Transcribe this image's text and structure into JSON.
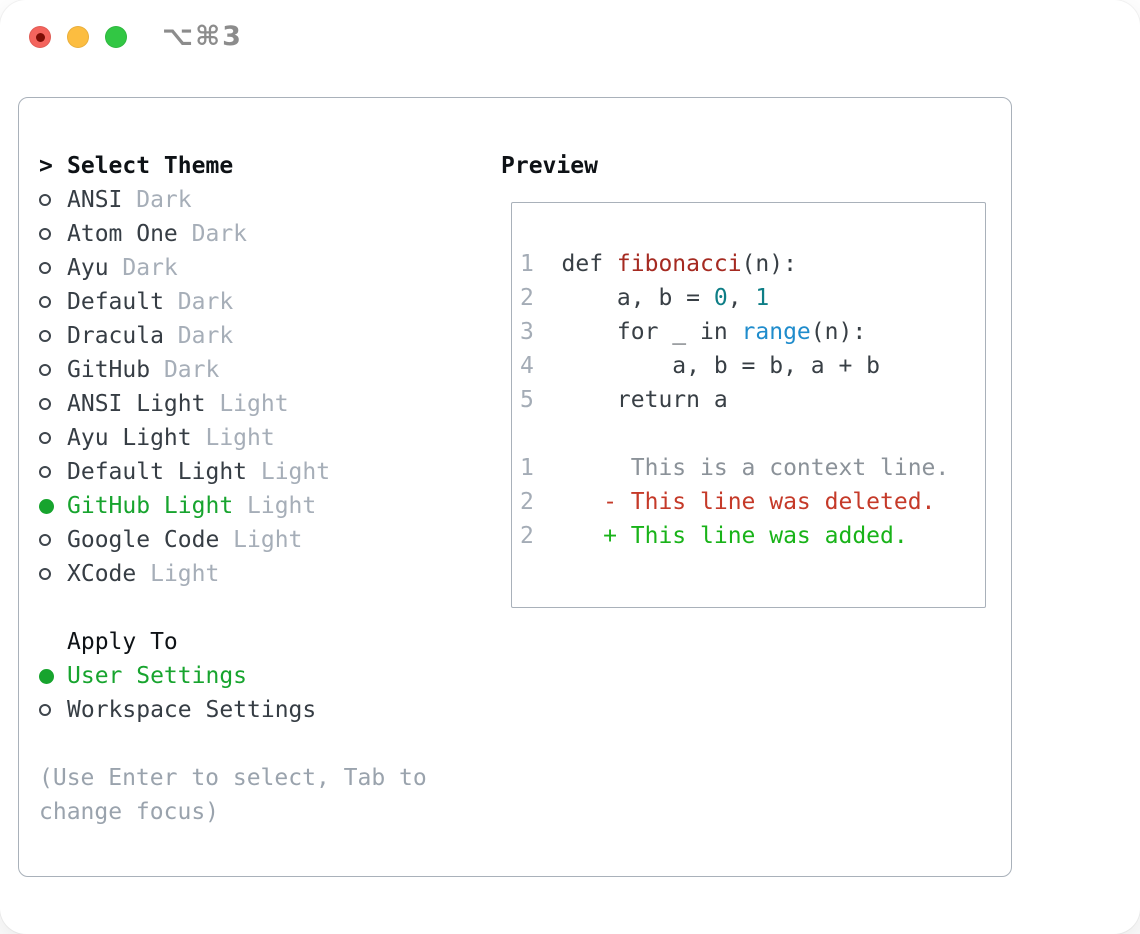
{
  "titlebar": {
    "title": "⌥⌘3"
  },
  "colors": {
    "accent_green": "#17a42e",
    "item_text": "#363d44",
    "header_text": "#0e1216",
    "variant_muted": "#a6aeb8",
    "hint_gray": "#9aa3ad",
    "panel_border": "#a9b1ba",
    "line_number": "#a4acb6",
    "code_fg": "#383f45",
    "function_red": "#a52a21",
    "number_teal": "#0e7e86",
    "call_blue": "#1f8ccc",
    "context_gray": "#8b9299",
    "deleted_red": "#c53a29",
    "added_green": "#19b319",
    "traffic_red": "#f4645d",
    "traffic_red_dot": "#7d0d05",
    "traffic_yellow": "#fcbd40",
    "traffic_green": "#32c744"
  },
  "select_theme": {
    "prefix": ">",
    "header": "Select Theme",
    "items": [
      {
        "name": "ANSI",
        "variant": "Dark",
        "selected": false
      },
      {
        "name": "Atom One",
        "variant": "Dark",
        "selected": false
      },
      {
        "name": "Ayu",
        "variant": "Dark",
        "selected": false
      },
      {
        "name": "Default",
        "variant": "Dark",
        "selected": false
      },
      {
        "name": "Dracula",
        "variant": "Dark",
        "selected": false
      },
      {
        "name": "GitHub",
        "variant": "Dark",
        "selected": false
      },
      {
        "name": "ANSI Light",
        "variant": "Light",
        "selected": false
      },
      {
        "name": "Ayu Light",
        "variant": "Light",
        "selected": false
      },
      {
        "name": "Default Light",
        "variant": "Light",
        "selected": false
      },
      {
        "name": "GitHub Light",
        "variant": "Light",
        "selected": true
      },
      {
        "name": "Google Code",
        "variant": "Light",
        "selected": false
      },
      {
        "name": "XCode",
        "variant": "Light",
        "selected": false
      }
    ]
  },
  "apply_to": {
    "header": "Apply To",
    "items": [
      {
        "name": "User Settings",
        "selected": true
      },
      {
        "name": "Workspace Settings",
        "selected": false
      }
    ]
  },
  "hint": "(Use Enter to select, Tab to change focus)",
  "preview": {
    "header": "Preview",
    "lines": [
      {
        "num": "1",
        "tokens": [
          [
            "def ",
            "fg"
          ],
          [
            "fibonacci",
            "fn"
          ],
          [
            "(n):",
            "fg"
          ]
        ]
      },
      {
        "num": "2",
        "tokens": [
          [
            "    a, b = ",
            "fg"
          ],
          [
            "0",
            "nm"
          ],
          [
            ", ",
            "fg"
          ],
          [
            "1",
            "nm"
          ]
        ]
      },
      {
        "num": "3",
        "tokens": [
          [
            "    for _ in ",
            "fg"
          ],
          [
            "range",
            "cl"
          ],
          [
            "(n):",
            "fg"
          ]
        ]
      },
      {
        "num": "4",
        "tokens": [
          [
            "        a, b = b, a + b",
            "fg"
          ]
        ]
      },
      {
        "num": "5",
        "tokens": [
          [
            "    return a",
            "fg"
          ]
        ]
      },
      {
        "num": "",
        "tokens": []
      },
      {
        "num": "1",
        "tokens": [
          [
            "     This is a context line.",
            "ctx"
          ]
        ]
      },
      {
        "num": "2",
        "tokens": [
          [
            "   - This line was deleted.",
            "del"
          ]
        ]
      },
      {
        "num": "2",
        "tokens": [
          [
            "   + This line was added.",
            "add"
          ]
        ]
      }
    ]
  }
}
